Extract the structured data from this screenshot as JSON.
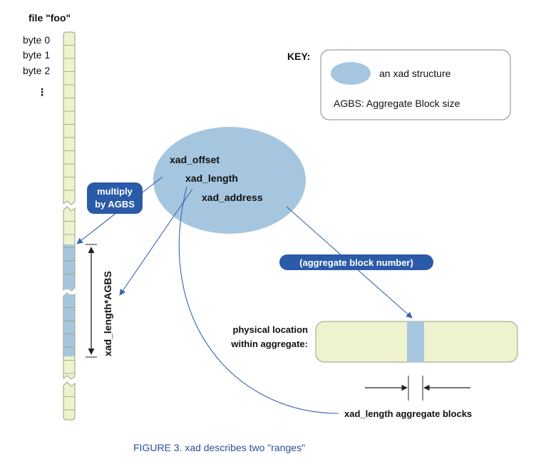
{
  "file": {
    "title": "file \"foo\"",
    "byte_labels": [
      "byte 0",
      "byte 1",
      "byte 2"
    ],
    "ellipsis": "⋮"
  },
  "key": {
    "title": "KEY:",
    "xad_desc": "an xad structure",
    "agbs_desc": "AGBS: Aggregate Block size"
  },
  "xad": {
    "fields": [
      "xad_offset",
      "xad_length",
      "xad_address"
    ]
  },
  "multiply_pill": [
    "multiply",
    "by AGBS"
  ],
  "range_label": "xad_length*AGBS",
  "aggregate_block_pill": "(aggregate block number)",
  "physical_label": [
    "physical location",
    "within aggregate:"
  ],
  "length_blocks_label": "xad_length aggregate blocks",
  "caption": "FIGURE 3. xad describes two \"ranges\"",
  "colors": {
    "cell_fill": "#eef2cf",
    "cell_stroke": "#9aa07a",
    "xad_blue": "#a5c6de",
    "arrow_blue": "#3a64b0",
    "pill_blue": "#2b5aa8",
    "caption_blue": "#2a4f9c"
  }
}
